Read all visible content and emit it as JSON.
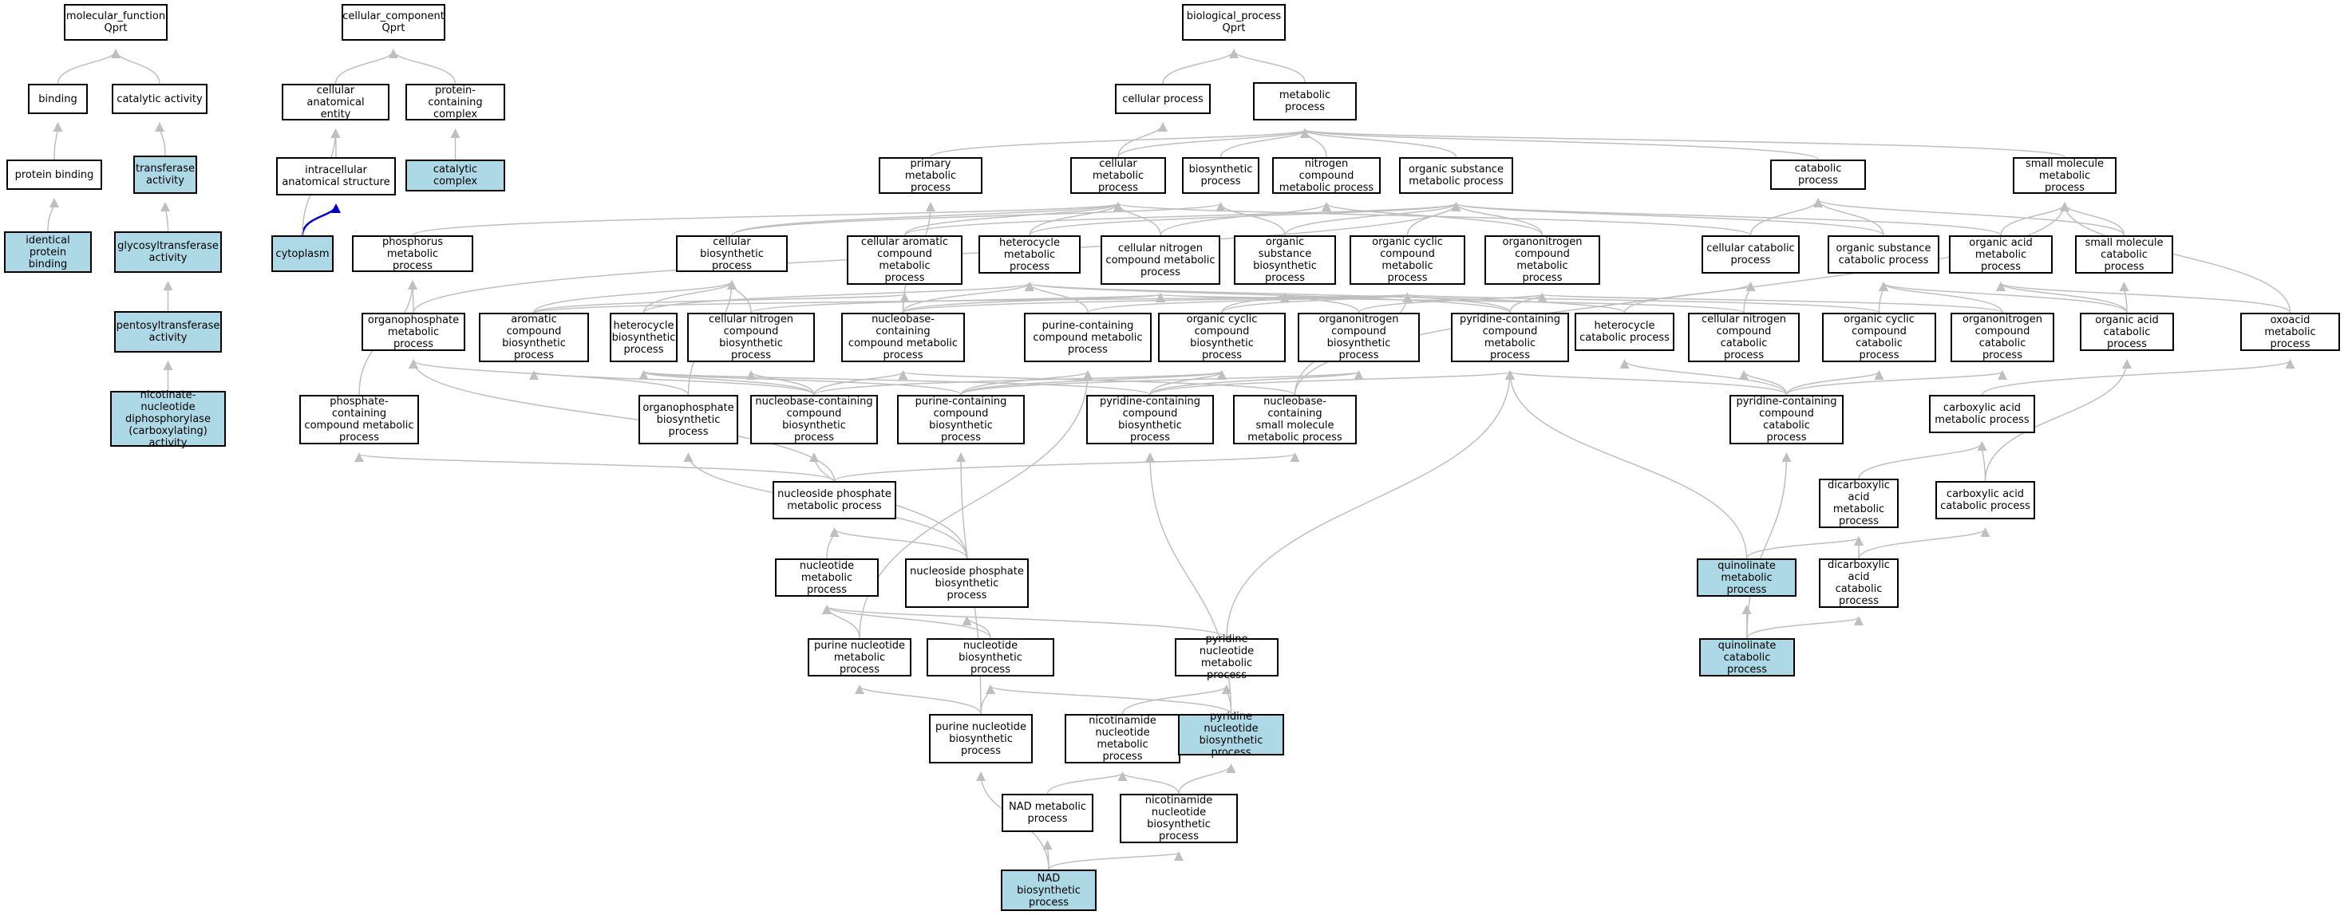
{
  "diagram": {
    "colors": {
      "edge": "#bfbfbf",
      "edge_highlight": "#0000cc",
      "node_highlight": "#add8e6",
      "node_border": "#000000"
    },
    "nodes": [
      {
        "id": "mf",
        "label": "molecular_function\nQprt",
        "hl": false
      },
      {
        "id": "binding",
        "label": "binding",
        "hl": false
      },
      {
        "id": "catact",
        "label": "catalytic activity",
        "hl": false
      },
      {
        "id": "protbind",
        "label": "protein binding",
        "hl": false
      },
      {
        "id": "transferase",
        "label": "transferase\nactivity",
        "hl": true
      },
      {
        "id": "identprot",
        "label": "identical protein\nbinding",
        "hl": true
      },
      {
        "id": "glycosyl",
        "label": "glycosyltransferase\nactivity",
        "hl": true
      },
      {
        "id": "pentosyl",
        "label": "pentosyltransferase\nactivity",
        "hl": true
      },
      {
        "id": "nndp",
        "label": "nicotinate-nucleotide\ndiphosphorylase\n(carboxylating)\nactivity",
        "hl": true
      },
      {
        "id": "cc",
        "label": "cellular_component\nQprt",
        "hl": false
      },
      {
        "id": "cae",
        "label": "cellular anatomical\nentity",
        "hl": false
      },
      {
        "id": "pcc",
        "label": "protein-containing\ncomplex",
        "hl": false
      },
      {
        "id": "ias",
        "label": "intracellular\nanatomical structure",
        "hl": false
      },
      {
        "id": "catcomplex",
        "label": "catalytic complex",
        "hl": true
      },
      {
        "id": "cytoplasm",
        "label": "cytoplasm",
        "hl": true
      },
      {
        "id": "bp",
        "label": "biological_process\nQprt",
        "hl": false
      },
      {
        "id": "cellproc",
        "label": "cellular process",
        "hl": false
      },
      {
        "id": "metproc",
        "label": "metabolic process",
        "hl": false
      },
      {
        "id": "primmet",
        "label": "primary metabolic\nprocess",
        "hl": false
      },
      {
        "id": "cellmet",
        "label": "cellular metabolic\nprocess",
        "hl": false
      },
      {
        "id": "biosyn",
        "label": "biosynthetic\nprocess",
        "hl": false
      },
      {
        "id": "nitcomp",
        "label": "nitrogen compound\nmetabolic process",
        "hl": false
      },
      {
        "id": "orgsub",
        "label": "organic substance\nmetabolic process",
        "hl": false
      },
      {
        "id": "catab",
        "label": "catabolic process",
        "hl": false
      },
      {
        "id": "smallmol",
        "label": "small molecule\nmetabolic process",
        "hl": false
      },
      {
        "id": "phosmet",
        "label": "phosphorus metabolic\nprocess",
        "hl": false
      },
      {
        "id": "cellbiosyn",
        "label": "cellular biosynthetic\nprocess",
        "hl": false
      },
      {
        "id": "cellarom",
        "label": "cellular aromatic\ncompound metabolic\nprocess",
        "hl": false
      },
      {
        "id": "heteromet",
        "label": "heterocycle\nmetabolic process",
        "hl": false
      },
      {
        "id": "cellnitmet",
        "label": "cellular nitrogen\ncompound metabolic\nprocess",
        "hl": false
      },
      {
        "id": "orgsubbio",
        "label": "organic substance\nbiosynthetic\nprocess",
        "hl": false
      },
      {
        "id": "orgcycmet",
        "label": "organic cyclic\ncompound metabolic\nprocess",
        "hl": false
      },
      {
        "id": "orgnitmet",
        "label": "organonitrogen\ncompound metabolic\nprocess",
        "hl": false
      },
      {
        "id": "cellcatab",
        "label": "cellular catabolic\nprocess",
        "hl": false
      },
      {
        "id": "orgsubcat",
        "label": "organic substance\ncatabolic process",
        "hl": false
      },
      {
        "id": "orgacidmet",
        "label": "organic acid\nmetabolic process",
        "hl": false
      },
      {
        "id": "smallmolcat",
        "label": "small molecule\ncatabolic process",
        "hl": false
      },
      {
        "id": "orgphosmet",
        "label": "organophosphate\nmetabolic process",
        "hl": false
      },
      {
        "id": "aromcompbio",
        "label": "aromatic compound\nbiosynthetic\nprocess",
        "hl": false
      },
      {
        "id": "heterobio",
        "label": "heterocycle\nbiosynthetic\nprocess",
        "hl": false
      },
      {
        "id": "cellnitbio",
        "label": "cellular nitrogen\ncompound biosynthetic\nprocess",
        "hl": false
      },
      {
        "id": "nucbasemet",
        "label": "nucleobase-containing\ncompound metabolic\nprocess",
        "hl": false
      },
      {
        "id": "purinemet",
        "label": "purine-containing\ncompound metabolic\nprocess",
        "hl": false
      },
      {
        "id": "orgcycbio",
        "label": "organic cyclic\ncompound biosynthetic\nprocess",
        "hl": false
      },
      {
        "id": "orgnitbio",
        "label": "organonitrogen\ncompound biosynthetic\nprocess",
        "hl": false
      },
      {
        "id": "pyrmet",
        "label": "pyridine-containing\ncompound metabolic\nprocess",
        "hl": false
      },
      {
        "id": "heterocat",
        "label": "heterocycle\ncatabolic process",
        "hl": false
      },
      {
        "id": "cellnitcat",
        "label": "cellular nitrogen\ncompound catabolic\nprocess",
        "hl": false
      },
      {
        "id": "orgcyccat",
        "label": "organic cyclic\ncompound catabolic\nprocess",
        "hl": false
      },
      {
        "id": "orgnitcat",
        "label": "organonitrogen\ncompound catabolic\nprocess",
        "hl": false
      },
      {
        "id": "orgacidcat",
        "label": "organic acid\ncatabolic process",
        "hl": false
      },
      {
        "id": "oxoacid",
        "label": "oxoacid metabolic\nprocess",
        "hl": false
      },
      {
        "id": "phoscont",
        "label": "phosphate-containing\ncompound metabolic\nprocess",
        "hl": false
      },
      {
        "id": "orgphosbio",
        "label": "organophosphate\nbiosynthetic\nprocess",
        "hl": false
      },
      {
        "id": "nucbasebio",
        "label": "nucleobase-containing\ncompound biosynthetic\nprocess",
        "hl": false
      },
      {
        "id": "purinebio",
        "label": "purine-containing\ncompound biosynthetic\nprocess",
        "hl": false
      },
      {
        "id": "pyrbio",
        "label": "pyridine-containing\ncompound biosynthetic\nprocess",
        "hl": false
      },
      {
        "id": "nucbasesmall",
        "label": "nucleobase-containing\nsmall molecule\nmetabolic process",
        "hl": false
      },
      {
        "id": "pyrcat",
        "label": "pyridine-containing\ncompound catabolic\nprocess",
        "hl": false
      },
      {
        "id": "carbmet",
        "label": "carboxylic acid\nmetabolic process",
        "hl": false
      },
      {
        "id": "nucphosmet",
        "label": "nucleoside phosphate\nmetabolic process",
        "hl": false
      },
      {
        "id": "dicarbmet",
        "label": "dicarboxylic\nacid metabolic\nprocess",
        "hl": false
      },
      {
        "id": "carbcat",
        "label": "carboxylic acid\ncatabolic process",
        "hl": false
      },
      {
        "id": "nucmet",
        "label": "nucleotide metabolic\nprocess",
        "hl": false
      },
      {
        "id": "nucphosbio",
        "label": "nucleoside phosphate\nbiosynthetic\nprocess",
        "hl": false
      },
      {
        "id": "quinmet",
        "label": "quinolinate\nmetabolic process",
        "hl": true
      },
      {
        "id": "dicarbcat",
        "label": "dicarboxylic\nacid catabolic\nprocess",
        "hl": false
      },
      {
        "id": "purnucmet",
        "label": "purine nucleotide\nmetabolic process",
        "hl": false
      },
      {
        "id": "nucbio",
        "label": "nucleotide biosynthetic\nprocess",
        "hl": false
      },
      {
        "id": "pyrnucmet",
        "label": "pyridine nucleotide\nmetabolic process",
        "hl": false
      },
      {
        "id": "quincat",
        "label": "quinolinate\ncatabolic process",
        "hl": true
      },
      {
        "id": "purnucbio",
        "label": "purine nucleotide\nbiosynthetic\nprocess",
        "hl": false
      },
      {
        "id": "nicnucmet",
        "label": "nicotinamide\nnucleotide metabolic\nprocess",
        "hl": false
      },
      {
        "id": "pyrnucbio",
        "label": "pyridine nucleotide\nbiosynthetic\nprocess",
        "hl": true
      },
      {
        "id": "nadmet",
        "label": "NAD metabolic\nprocess",
        "hl": false
      },
      {
        "id": "nicnucbio",
        "label": "nicotinamide\nnucleotide biosynthetic\nprocess",
        "hl": false
      },
      {
        "id": "nadbio",
        "label": "NAD biosynthetic\nprocess",
        "hl": true
      }
    ],
    "edges": [
      [
        "binding",
        "mf"
      ],
      [
        "catact",
        "mf"
      ],
      [
        "protbind",
        "binding"
      ],
      [
        "transferase",
        "catact"
      ],
      [
        "identprot",
        "protbind"
      ],
      [
        "glycosyl",
        "transferase"
      ],
      [
        "pentosyl",
        "glycosyl"
      ],
      [
        "nndp",
        "pentosyl"
      ],
      [
        "cae",
        "cc"
      ],
      [
        "pcc",
        "cc"
      ],
      [
        "ias",
        "cae"
      ],
      [
        "catcomplex",
        "pcc"
      ],
      [
        "cytoplasm",
        "ias"
      ],
      [
        "cytoplasm",
        "cae"
      ],
      [
        "cellproc",
        "bp"
      ],
      [
        "metproc",
        "bp"
      ],
      [
        "primmet",
        "metproc"
      ],
      [
        "cellmet",
        "metproc"
      ],
      [
        "cellmet",
        "cellproc"
      ],
      [
        "biosyn",
        "metproc"
      ],
      [
        "nitcomp",
        "metproc"
      ],
      [
        "orgsub",
        "metproc"
      ],
      [
        "catab",
        "metproc"
      ],
      [
        "smallmol",
        "metproc"
      ],
      [
        "phosmet",
        "cellmet"
      ],
      [
        "cellbiosyn",
        "cellmet"
      ],
      [
        "cellbiosyn",
        "biosyn"
      ],
      [
        "cellarom",
        "cellmet"
      ],
      [
        "cellarom",
        "orgsub"
      ],
      [
        "heteromet",
        "cellmet"
      ],
      [
        "heteromet",
        "orgsub"
      ],
      [
        "cellnitmet",
        "cellmet"
      ],
      [
        "cellnitmet",
        "nitcomp"
      ],
      [
        "orgsubbio",
        "biosyn"
      ],
      [
        "orgsubbio",
        "orgsub"
      ],
      [
        "orgcycmet",
        "orgsub"
      ],
      [
        "orgnitmet",
        "orgsub"
      ],
      [
        "orgnitmet",
        "nitcomp"
      ],
      [
        "cellcatab",
        "catab"
      ],
      [
        "cellcatab",
        "cellmet"
      ],
      [
        "orgsubcat",
        "catab"
      ],
      [
        "orgsubcat",
        "orgsub"
      ],
      [
        "orgacidmet",
        "smallmol"
      ],
      [
        "orgacidmet",
        "orgsub"
      ],
      [
        "smallmolcat",
        "smallmol"
      ],
      [
        "smallmolcat",
        "catab"
      ],
      [
        "orgphosmet",
        "phosmet"
      ],
      [
        "orgphosmet",
        "orgsub"
      ],
      [
        "aromcompbio",
        "cellarom"
      ],
      [
        "aromcompbio",
        "cellbiosyn"
      ],
      [
        "aromcompbio",
        "orgcycmet"
      ],
      [
        "heterobio",
        "heteromet"
      ],
      [
        "heterobio",
        "cellbiosyn"
      ],
      [
        "cellnitbio",
        "cellnitmet"
      ],
      [
        "cellnitbio",
        "cellbiosyn"
      ],
      [
        "nucbasemet",
        "cellarom"
      ],
      [
        "nucbasemet",
        "heteromet"
      ],
      [
        "nucbasemet",
        "cellnitmet"
      ],
      [
        "nucbasemet",
        "orgcycmet"
      ],
      [
        "nucbasemet",
        "primmet"
      ],
      [
        "purinemet",
        "heteromet"
      ],
      [
        "purinemet",
        "orgcycmet"
      ],
      [
        "orgcycbio",
        "orgcycmet"
      ],
      [
        "orgcycbio",
        "orgsubbio"
      ],
      [
        "orgnitbio",
        "orgnitmet"
      ],
      [
        "orgnitbio",
        "orgsubbio"
      ],
      [
        "pyrmet",
        "heteromet"
      ],
      [
        "pyrmet",
        "orgcycmet"
      ],
      [
        "pyrmet",
        "orgnitmet"
      ],
      [
        "heterocat",
        "heteromet"
      ],
      [
        "heterocat",
        "cellcatab"
      ],
      [
        "cellnitcat",
        "cellcatab"
      ],
      [
        "cellnitcat",
        "cellnitmet"
      ],
      [
        "orgcyccat",
        "orgsubcat"
      ],
      [
        "orgcyccat",
        "orgcycmet"
      ],
      [
        "orgnitcat",
        "orgsubcat"
      ],
      [
        "orgnitcat",
        "orgnitmet"
      ],
      [
        "orgacidcat",
        "orgacidmet"
      ],
      [
        "orgacidcat",
        "smallmolcat"
      ],
      [
        "orgacidcat",
        "orgsubcat"
      ],
      [
        "oxoacid",
        "orgacidmet"
      ],
      [
        "oxoacid",
        "smallmol"
      ],
      [
        "phoscont",
        "phosmet"
      ],
      [
        "orgphosbio",
        "orgphosmet"
      ],
      [
        "orgphosbio",
        "cellbiosyn"
      ],
      [
        "nucbasebio",
        "nucbasemet"
      ],
      [
        "nucbasebio",
        "aromcompbio"
      ],
      [
        "nucbasebio",
        "heterobio"
      ],
      [
        "nucbasebio",
        "cellnitbio"
      ],
      [
        "nucbasebio",
        "orgcycbio"
      ],
      [
        "purinebio",
        "purinemet"
      ],
      [
        "purinebio",
        "heterobio"
      ],
      [
        "purinebio",
        "orgcycbio"
      ],
      [
        "purinebio",
        "orgnitbio"
      ],
      [
        "pyrbio",
        "pyrmet"
      ],
      [
        "pyrbio",
        "heterobio"
      ],
      [
        "pyrbio",
        "orgcycbio"
      ],
      [
        "pyrbio",
        "orgnitbio"
      ],
      [
        "nucbasesmall",
        "nucbasemet"
      ],
      [
        "nucbasesmall",
        "orgcycmet"
      ],
      [
        "nucbasesmall",
        "smallmol"
      ],
      [
        "pyrcat",
        "pyrmet"
      ],
      [
        "pyrcat",
        "heterocat"
      ],
      [
        "pyrcat",
        "cellnitcat"
      ],
      [
        "pyrcat",
        "orgcyccat"
      ],
      [
        "pyrcat",
        "orgnitcat"
      ],
      [
        "carbmet",
        "oxoacid"
      ],
      [
        "nucphosmet",
        "orgphosmet"
      ],
      [
        "nucphosmet",
        "nucbasesmall"
      ],
      [
        "nucphosmet",
        "phoscont"
      ],
      [
        "dicarbmet",
        "carbmet"
      ],
      [
        "carbcat",
        "carbmet"
      ],
      [
        "carbcat",
        "orgacidcat"
      ],
      [
        "nucmet",
        "nucphosmet"
      ],
      [
        "nucphosbio",
        "nucphosmet"
      ],
      [
        "nucphosbio",
        "orgphosbio"
      ],
      [
        "nucphosbio",
        "nucbasebio"
      ],
      [
        "quinmet",
        "dicarbmet"
      ],
      [
        "quinmet",
        "pyrmet"
      ],
      [
        "dicarbcat",
        "dicarbmet"
      ],
      [
        "dicarbcat",
        "carbcat"
      ],
      [
        "purnucmet",
        "nucmet"
      ],
      [
        "purnucmet",
        "purinemet"
      ],
      [
        "nucbio",
        "nucmet"
      ],
      [
        "nucbio",
        "nucphosbio"
      ],
      [
        "pyrnucmet",
        "nucmet"
      ],
      [
        "pyrnucmet",
        "pyrmet"
      ],
      [
        "quincat",
        "quinmet"
      ],
      [
        "quincat",
        "dicarbcat"
      ],
      [
        "quincat",
        "pyrcat"
      ],
      [
        "purnucbio",
        "purnucmet"
      ],
      [
        "purnucbio",
        "nucbio"
      ],
      [
        "purnucbio",
        "purinebio"
      ],
      [
        "nicnucmet",
        "pyrnucmet"
      ],
      [
        "pyrnucbio",
        "pyrnucmet"
      ],
      [
        "pyrnucbio",
        "nucbio"
      ],
      [
        "pyrnucbio",
        "pyrbio"
      ],
      [
        "nadmet",
        "nicnucmet"
      ],
      [
        "nicnucbio",
        "nicnucmet"
      ],
      [
        "nicnucbio",
        "pyrnucbio"
      ],
      [
        "nadbio",
        "nadmet"
      ],
      [
        "nadbio",
        "nicnucbio"
      ],
      [
        "nadbio",
        "purnucbio"
      ]
    ],
    "highlight_edges": [
      [
        "cytoplasm",
        "ias"
      ]
    ]
  }
}
